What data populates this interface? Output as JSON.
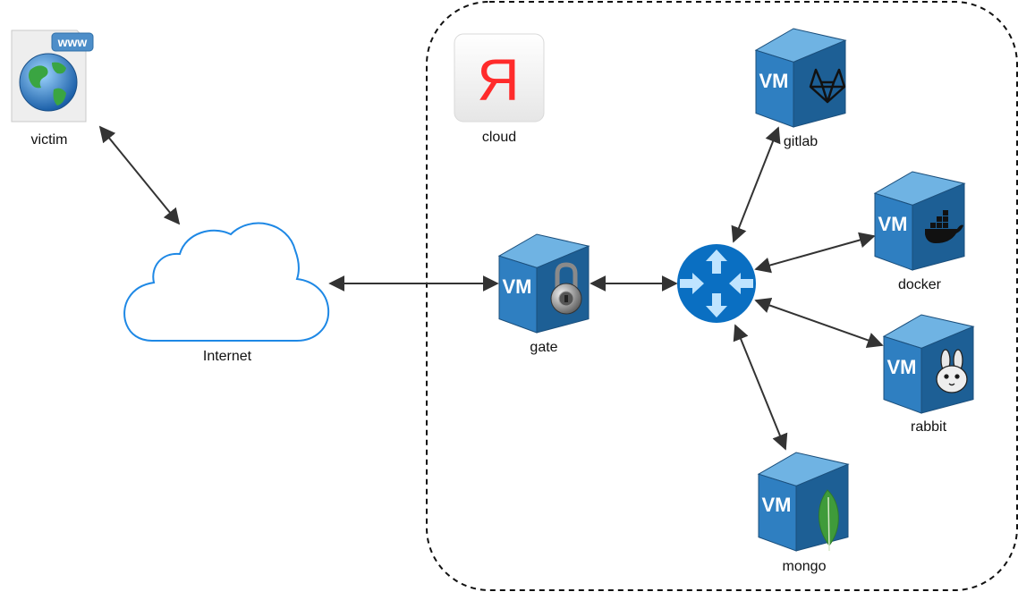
{
  "diagram": {
    "nodes": {
      "victim": {
        "label": "victim",
        "badge": "www",
        "icon": "web-page-globe-icon"
      },
      "internet": {
        "label": "Internet",
        "icon": "cloud-icon"
      },
      "cloud": {
        "label": "cloud",
        "logo": "Я",
        "icon": "yandex-logo-icon"
      },
      "gate": {
        "label": "gate",
        "vm": "VM",
        "icon": "padlock-icon"
      },
      "router": {
        "label": "",
        "icon": "router-icon"
      },
      "gitlab": {
        "label": "gitlab",
        "vm": "VM",
        "icon": "gitlab-fox-icon"
      },
      "docker": {
        "label": "docker",
        "vm": "VM",
        "icon": "docker-whale-icon"
      },
      "rabbit": {
        "label": "rabbit",
        "vm": "VM",
        "icon": "rabbit-icon"
      },
      "mongo": {
        "label": "mongo",
        "vm": "VM",
        "icon": "mongodb-leaf-icon"
      }
    },
    "edges": [
      {
        "from": "victim",
        "to": "internet",
        "arrows": "both"
      },
      {
        "from": "internet",
        "to": "gate",
        "arrows": "both"
      },
      {
        "from": "gate",
        "to": "router",
        "arrows": "both"
      },
      {
        "from": "router",
        "to": "gitlab",
        "arrows": "both"
      },
      {
        "from": "router",
        "to": "docker",
        "arrows": "both"
      },
      {
        "from": "router",
        "to": "rabbit",
        "arrows": "both"
      },
      {
        "from": "router",
        "to": "mongo",
        "arrows": "both"
      }
    ],
    "colors": {
      "vm_front": "#2f7fc1",
      "vm_top": "#6fb3e3",
      "vm_side": "#1d5f95",
      "router": "#0a6fc2",
      "cloud_stroke": "#1e88e5",
      "boundary": "#111111",
      "yandex_red": "#ff2b2b"
    }
  }
}
